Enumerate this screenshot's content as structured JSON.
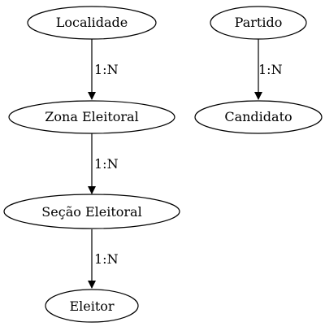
{
  "diagram": {
    "nodes": [
      {
        "id": "localidade",
        "label": "Localidade"
      },
      {
        "id": "partido",
        "label": "Partido"
      },
      {
        "id": "zona",
        "label": "Zona Eleitoral"
      },
      {
        "id": "candidato",
        "label": "Candidato"
      },
      {
        "id": "secao",
        "label": "Seção Eleitoral"
      },
      {
        "id": "eleitor",
        "label": "Eleitor"
      }
    ],
    "edges": [
      {
        "from": "localidade",
        "to": "zona",
        "label": "1:N"
      },
      {
        "from": "partido",
        "to": "candidato",
        "label": "1:N"
      },
      {
        "from": "zona",
        "to": "secao",
        "label": "1:N"
      },
      {
        "from": "secao",
        "to": "eleitor",
        "label": "1:N"
      }
    ],
    "colors": {
      "stroke": "#000000",
      "fill": "#ffffff",
      "text": "#000000"
    }
  }
}
